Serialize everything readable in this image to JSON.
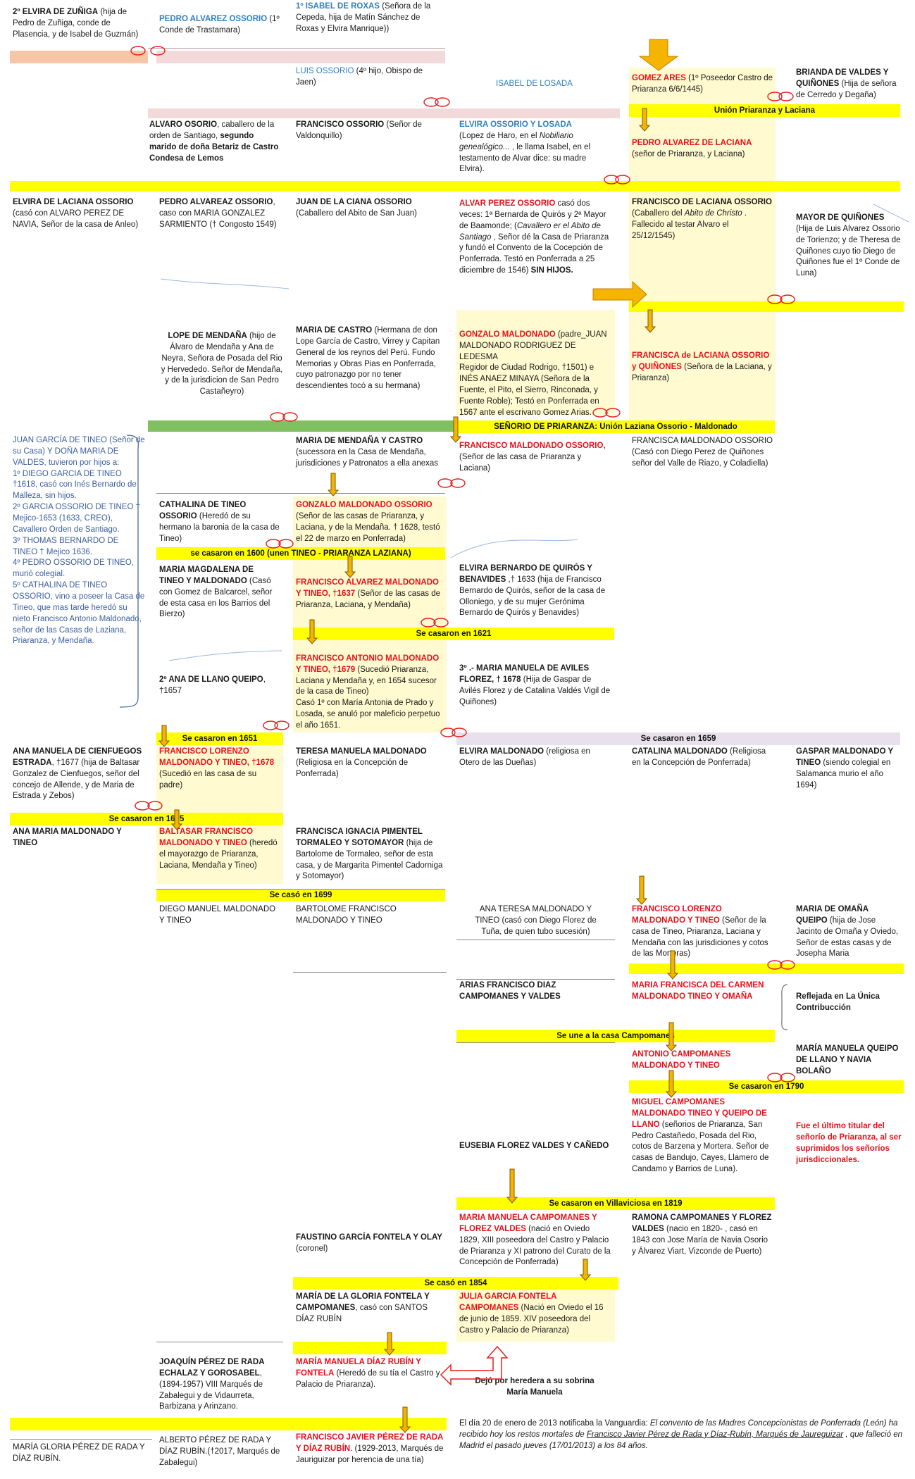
{
  "r1": {
    "elvira_zuniga": {
      "name": "2º ELVIRA DE ZUÑIGA",
      "rest": " (hija de Pedro de Zuñiga, conde de Plasencia, y de Isabel de Guzmán)"
    },
    "pedro_alvarez": {
      "name": "PEDRO ALVAREZ OSSORIO",
      "rest": " (1º Conde de Trastamara)"
    },
    "isabel_roxas": {
      "name": "1º  ISABEL DE ROXAS",
      "rest": " (Señora de la Cepeda, hija de Matín Sánchez  de Roxas y Elvira Manrique))"
    }
  },
  "r2": {
    "luis_ossorio": {
      "name": "LUIS OSSORIO",
      "rest": " (4º hijo, Obispo de Jaen)"
    },
    "isabel_losada": "ISABEL DE LOSADA",
    "gomez_ares": {
      "name": "GOMEZ ARES",
      "rest": " (1º Poseedor Castro de Priaranza 6/6/1445)"
    },
    "brianda": {
      "name": "BRIANDA DE VALDES Y QUIÑONES",
      "rest": " (Hija de señora de Cerredo y Degaña)"
    },
    "union_band": "Unión Priaranza y Laciana"
  },
  "r3": {
    "alvaro_osorio": {
      "name": "ALVARO OSORIO",
      "mid": ", caballero de la orden de Santiago, ",
      "name2": "segundo marido de doña Betariz de Castro Condesa de Lemos"
    },
    "francisco_ossorio": {
      "name": "FRANCISCO OSSORIO",
      "rest": " (Señor de Valdonquillo)"
    },
    "elvira_ossorio": {
      "name": "ELVIRA OSSORIO Y LOSADA",
      "p1": "(Lopez de Haro, en el ",
      "it1": "Nobiliario genealógico...",
      "p2": " , le llama Isabel,  en el testamento de Alvar dice: su madre Elvira)."
    },
    "pedro_laciana": {
      "name": "PEDRO ALVAREZ  DE LACIANA",
      "rest": "(señor de Priaranza, y Laciana)"
    }
  },
  "r4": {
    "elvira_laciana": {
      "name": "ELVIRA DE LACIANA OSSORIO",
      "rest": "(casó con ALVARO PEREZ DE NAVIA, Señor de la casa de Anleo)"
    },
    "pedro_alvareaz": {
      "name": "PEDRO ALVAREAZ OSSORIO",
      "rest": ", caso con MARIA GONZALEZ SARMIENTO († Congosto 1549)"
    },
    "juan_ciana": {
      "name": "JUAN DE LA CIANA OSSORIO",
      "rest": "(Caballero del Abito de San Juan)"
    },
    "alvar_perez": {
      "name": "ALVAR  PEREZ OSSORIO",
      "p1": " casó dos veces: 1ª Bernarda de Quirós y 2ª Mayor de Baamonde; (",
      "it1": "Cavallero er el Abito de Santiago",
      "p2": " , Señor dé la Casa de Priaranza y fundó el Convento de la Cocepción de Ponferrada. Testó en Ponferrada a 25 diciembre de 1546) ",
      "b2": "SIN HIJOS."
    },
    "francisco_laciana": {
      "name": "FRANCISCO DE LACIANA OSSORIO",
      "p1": "(Caballero del ",
      "it1": "Abito de Christo",
      "p2": " . Fallecido al testar Alvaro el 25/12/1545)"
    },
    "mayor_quinones": {
      "name": "MAYOR DE QUIÑONES",
      "rest": "(Hija de Luis Alvarez Ossorio de Torienzo; y de Theresa de Quiñones cuyo tio Diego de Quiñones fue el 1º Conde de Luna)"
    }
  },
  "r5": {
    "lope": {
      "name": "LOPE DE MENDAÑA",
      "rest": " (hijo de Álvaro de Mendaña y Ana de Neyra, Señora de Posada del Rio y Hervededo. Señor de Mendaña, y de la jurisdicion de San Pedro Castañeyro)"
    },
    "maria_castro": {
      "name": "MARIA DE CASTRO",
      "rest": " (Hermana de don Lope García de Castro, Virrey y Capitan General de los reynos del Perú. Fundo Memorias y Obras Pias en Ponferrada, cuyo patronazgo por no tener descendientes tocó a su hermana)"
    },
    "gonzalo": {
      "name": "GONZALO MALDONADO",
      "rest": " (padre_JUAN MALDONADO RODRIGUEZ DE LEDESMA\nRegidor de Ciudad Rodrigo, †1501) e INÉS ANAEZ MINAYA (Señora de la Fuente, el Pito, el Sierro, Rinconada, y Fuente Roble); Testó en Ponferrada en 1567  ante el escrivano Gomez Arias."
    },
    "francisca_laciana": {
      "name": "FRANCISCA de LACIANA OSSORIO y QUIÑONES",
      "rest": " (Señora de la Laciana, y Priaranza)"
    },
    "senorio_band": "SEÑORIO DE PRIARANZA: Unión Laziana Ossorio - Maldonado"
  },
  "r6": {
    "juan_tineo": "JUAN GARCÍA DE TINEO (Señor de su Casa) Y DOÑA MARIA DE VALDES, tuvieron por hijos a:\n1º DIEGO GARCIA DE TINEO †1618, casó con Inés Bernardo de Malleza, sin hijos.\n2º GARCIA OSSORIO DE TINEO † Mejico-1653 (1633, CREO), Cavallero Orden de Santiago.\n3º  THOMAS BERNARDO DE TINEO † Mejico 1636.\n4º  PEDRO OSSORIO DE TINEO, murió colegial.\n5º CATHALINA DE TINEO OSSORIO, vino a poseer la Casa de Tineo, que mas tarde heredó su nieto Francisco Antonio Maldonado, señor de las Casas de Laziana, Priaranza, y Mendaña.",
    "maria_mendana": {
      "name": "MARIA DE MENDAÑA Y CASTRO",
      "rest": "(sucessora en la Casa de Mendaña, jurisdiciones y Patronatos a ella anexas"
    },
    "francisco_maldonado_o": {
      "name": "FRANCISCO MALDONADO OSSORIO,",
      "rest": " (Señor de las casa de Priaranza y Laciana)"
    },
    "francisca_maldonado": {
      "name": "FRANCISCA MALDONADO OSSORIO",
      "rest": "(Casó con Diego Perez de Quiñones señor del Valle de Riazo, y Coladiella)"
    },
    "cathalina": {
      "name": "CATHALINA DE TINEO OSSORIO",
      "rest": " (Heredó de su hermano la baronia de la casa de Tineo)"
    },
    "gonzalo_maldonado_o": {
      "name": "GONZALO MALDONADO OSSORIO",
      "rest": " (Señor de las casas de Priaranza, y Laciana, y de la Mendaña. † 1628, testó el 22 de marzo en Ponferrada)"
    },
    "band_1600": "se casaron en 1600 (unen TINEO - PRIARANZA LAZIANA)"
  },
  "r7": {
    "magdalena": {
      "name": "MARIA MAGDALENA DE TINEO Y MALDONADO",
      "rest": " (Casó con Gomez de Balcarcel, señor de esta casa en los Barrios del Bierzo)"
    },
    "francisco_lorenzo_a": {
      "name": "FRANCISCO ALVAREZ MALDONADO Y TINEO, †1637",
      "rest": " (Señor de las casas de Priaranza, Laciana, y Mendaña)"
    },
    "elvira_bernardo": {
      "name": "ELVIRA BERNARDO DE QUIRÓS Y BENAVIDES",
      "rest": " ,† 1633 (hija de Francisco Bernardo de Quirós, señor de la casa de Olloniego, y de su mujer Gerónima Bernardo de Quirós y Benavides)"
    },
    "band_1621": "Se casaron en 1621",
    "ana_llano": {
      "name": "2º  ANA DE LLANO QUEIPO",
      "rest": ", †1657"
    },
    "francisco_antonio": {
      "name": "FRANCISCO ANTONIO MALDONADO Y TINEO, †1679",
      "rest": " (Sucedió Priaranza, Laciana y Mendaña y, en 1654 sucesor de la casa de Tineo)\nCasó 1º con María Antonia de Prado y Losada, se anuló por maleficio perpetuo el año 1651."
    },
    "manuela_aviles": {
      "name": "3º .- MARIA MANUELA DE AVILES FLOREZ, † 1678",
      "rest": " (Hija de Gaspar de Avilés Florez y de Catalina Valdés Vigil de Quiñones)"
    }
  },
  "r8": {
    "band_1651": "Se casaron en 1651",
    "band_1659": "Se casaron en 1659",
    "ana_cienfuegos": {
      "name": "ANA MANUELA DE CIENFUEGOS ESTRADA",
      "rest": ", †1677 (hija de Baltasar Gonzalez de Cienfuegos, señor del concejo de Allende, y de Maria de Estrada y Zebos)"
    },
    "francisco_lorenzo_1678": {
      "name": "FRANCISCO LORENZO MALDONADO Y TINEO, †1678",
      "rest": " (Sucedió en las casa de su padre)"
    },
    "teresa": {
      "name": "TERESA MANUELA MALDONADO",
      "rest": " (Religiosa en la Concepción de Ponferrada)"
    },
    "elvira_m": {
      "name": "ELVIRA MALDONADO",
      "rest": " (religiosa en Otero de las Dueñas)"
    },
    "catalina_m": {
      "name": "CATALINA MALDONADO",
      "rest": " (Religiosa en la Concepción de Ponferrada)"
    },
    "gaspar_m": {
      "name": "GASPAR MALDONADO Y TINEO",
      "rest": " (siendo colegial en Salamanca murio el año 1694)"
    },
    "band_1675": "Se casaron en 1675"
  },
  "r9": {
    "ana_maria": {
      "name": "ANA MARIA MALDONADO Y TINEO",
      "rest": ""
    },
    "baltasar": {
      "name": "BALTASAR FRANCISCO MALDONADO Y TINEO",
      "rest": " (heredó el mayorazgo de Priaranza, Laciana, Mendaña y Tineo)"
    },
    "francisca_ignacia": {
      "name": "FRANCISCA IGNACIA PIMENTEL TORMALEO Y SOTOMAYOR",
      "rest": " (hija de Bartolome de Tormaleo, señor de esta casa, y de Margarita Pimentel Cadorniga y Sotomayor)"
    },
    "band_1699": "Se casó en 1699",
    "diego_manuel": "DIEGO MANUEL MALDONADO Y TINEO",
    "bartolome": "BARTOLOME FRANCISCO MALDONADO Y TINEO",
    "ana_teresa": "ANA TERESA MALDONADO Y TINEO (casó con Diego Florez de Tuña, de quien tubo sucesión)",
    "francisco_lorenzo_3": {
      "name": "FRANCISCO LORENZO MALDONADO Y TINEO",
      "rest": " (Señor de la casa de Tineo, Priaranza, Laciana y Mendaña con las jurisdiciones y cotos de las Morteras)"
    },
    "maria_omana": {
      "name": "MARIA DE OMAÑA QUEIPO",
      "rest": " (hija de Jose Jacinto de Omaña y Oviedo, Señor de estas casas y de Josepha Maria"
    }
  },
  "r10": {
    "arias": {
      "name": "ARIAS FRANCISCO DIAZ CAMPOMANES Y VALDES",
      "rest": ""
    },
    "maria_francisca": {
      "name": "MARIA FRANCISCA DEL CARMEN MALDONADO TINEO Y OMAÑA",
      "rest": ""
    },
    "reflejada": "Reflejada en La Única Contribucción",
    "band_campomanes": "Se une a la casa Campomanes",
    "maria_manuela_queipo": "MARÍA MANUELA QUEIPO DE LLANO Y NAVIA BOLAÑO",
    "antonio": {
      "name": "ANTONIO CAMPOMANES MALDONADO Y TINEO",
      "rest": ""
    },
    "band_1790": "Se casaron en 1790",
    "miguel": {
      "name": "MIGUEL CAMPOMANES MALDONADO TINEO Y QUEIPO DE LLANO",
      "rest": " (señorios de Priaranza, San Pedro Castañedo, Posada del Rio, cotos de Barzena y Mortera. Señor de casas de Bandujo, Cayes, Llamero de Candamo y Barrios de Luna)."
    },
    "ultimo": "Fue el último titular del señorío de Priaranza, al ser suprimidos los señoríos jurisdiccionales.",
    "eusebia": "EUSEBIA FLOREZ VALDES Y CAÑEDO",
    "band_1819": "Se casaron en Villaviciosa en 1819"
  },
  "r11": {
    "faustino": {
      "name": "FAUSTINO GARCÍA FONTELA Y OLAY",
      "rest": " (coronel)"
    },
    "maria_manuela_c": {
      "name": "MARIA MANUELA CAMPOMANES Y FLOREZ VALDES",
      "rest": " (nació en Oviedo 1829, XIII poseedora del Castro y Palacio de Priaranza y XI patrono del Curato de la Concepción de Ponferrada)"
    },
    "ramona": {
      "name": "RAMONA CAMPOMANES Y FLOREZ VALDES",
      "rest": " (nacio en 1820-  , casó en 1843  con Jose María de Navia Osorio y Álvarez Viart, Vizconde de Puerto)"
    },
    "band_1854": "Se casó en 1854",
    "maria_gloria_c": {
      "name": "MARÍA DE LA GLORIA FONTELA Y CAMPOMANES",
      "rest": ", casó con SANTOS DÍAZ RUBÍN"
    },
    "julia": {
      "name": "JULIA GARCIA FONTELA CAMPOMANES",
      "rest": " (Nació en Oviedo el 16 de junio de 1859. XIV poseedora del Castro y Palacio de Priaranza)"
    }
  },
  "r12": {
    "joaquin": {
      "name": "JOAQUÍN PÉREZ DE RADA ECHALAZ Y GOROSABEL",
      "rest": ", (1894-1957) VIII Marqués de Zabalegui y de Vidaurreta, Barbizana y Arinzano."
    },
    "maria_manuela_diaz": {
      "name": "MARÍA MANUELA DÍAZ RUBÍN Y FONTELA",
      "rest": " (Heredó de su tía el Castro y Palacio de Priaranza)."
    },
    "dejo": "Dejó por heredera a su sobrina María Manuela",
    "maria_gloria_perez": "MARÍA GLORIA PÉREZ DE RADA Y DÍAZ RUBÍN.",
    "alberto": "ALBERTO PÉREZ DE RADA Y DÍAZ RUBÍN.(†2017, Marqués de Zabalegui)",
    "francisco_javier": {
      "name": "FRANCISCO JAVIER PÉREZ DE RADA Y DÍAZ RUBÍN",
      "rest": ". (1929-2013, Marqués de Jauriguizar por herencia de una tía)"
    },
    "news": {
      "p1": "El día 20 de enero de 2013 notificaba la Vanguardia: ",
      "it1": "El convento de las Madres Concepcionistas de Ponferrada (León) ha recibido hoy los restos mortales de ",
      "u1": "Francisco Javier Pérez de Rada y Díaz-Rubín, Marqués de Jaureguizar",
      "it2": " , que falleció en Madrid el pasado jueves  (17/01/2013) a los 84 años."
    }
  }
}
